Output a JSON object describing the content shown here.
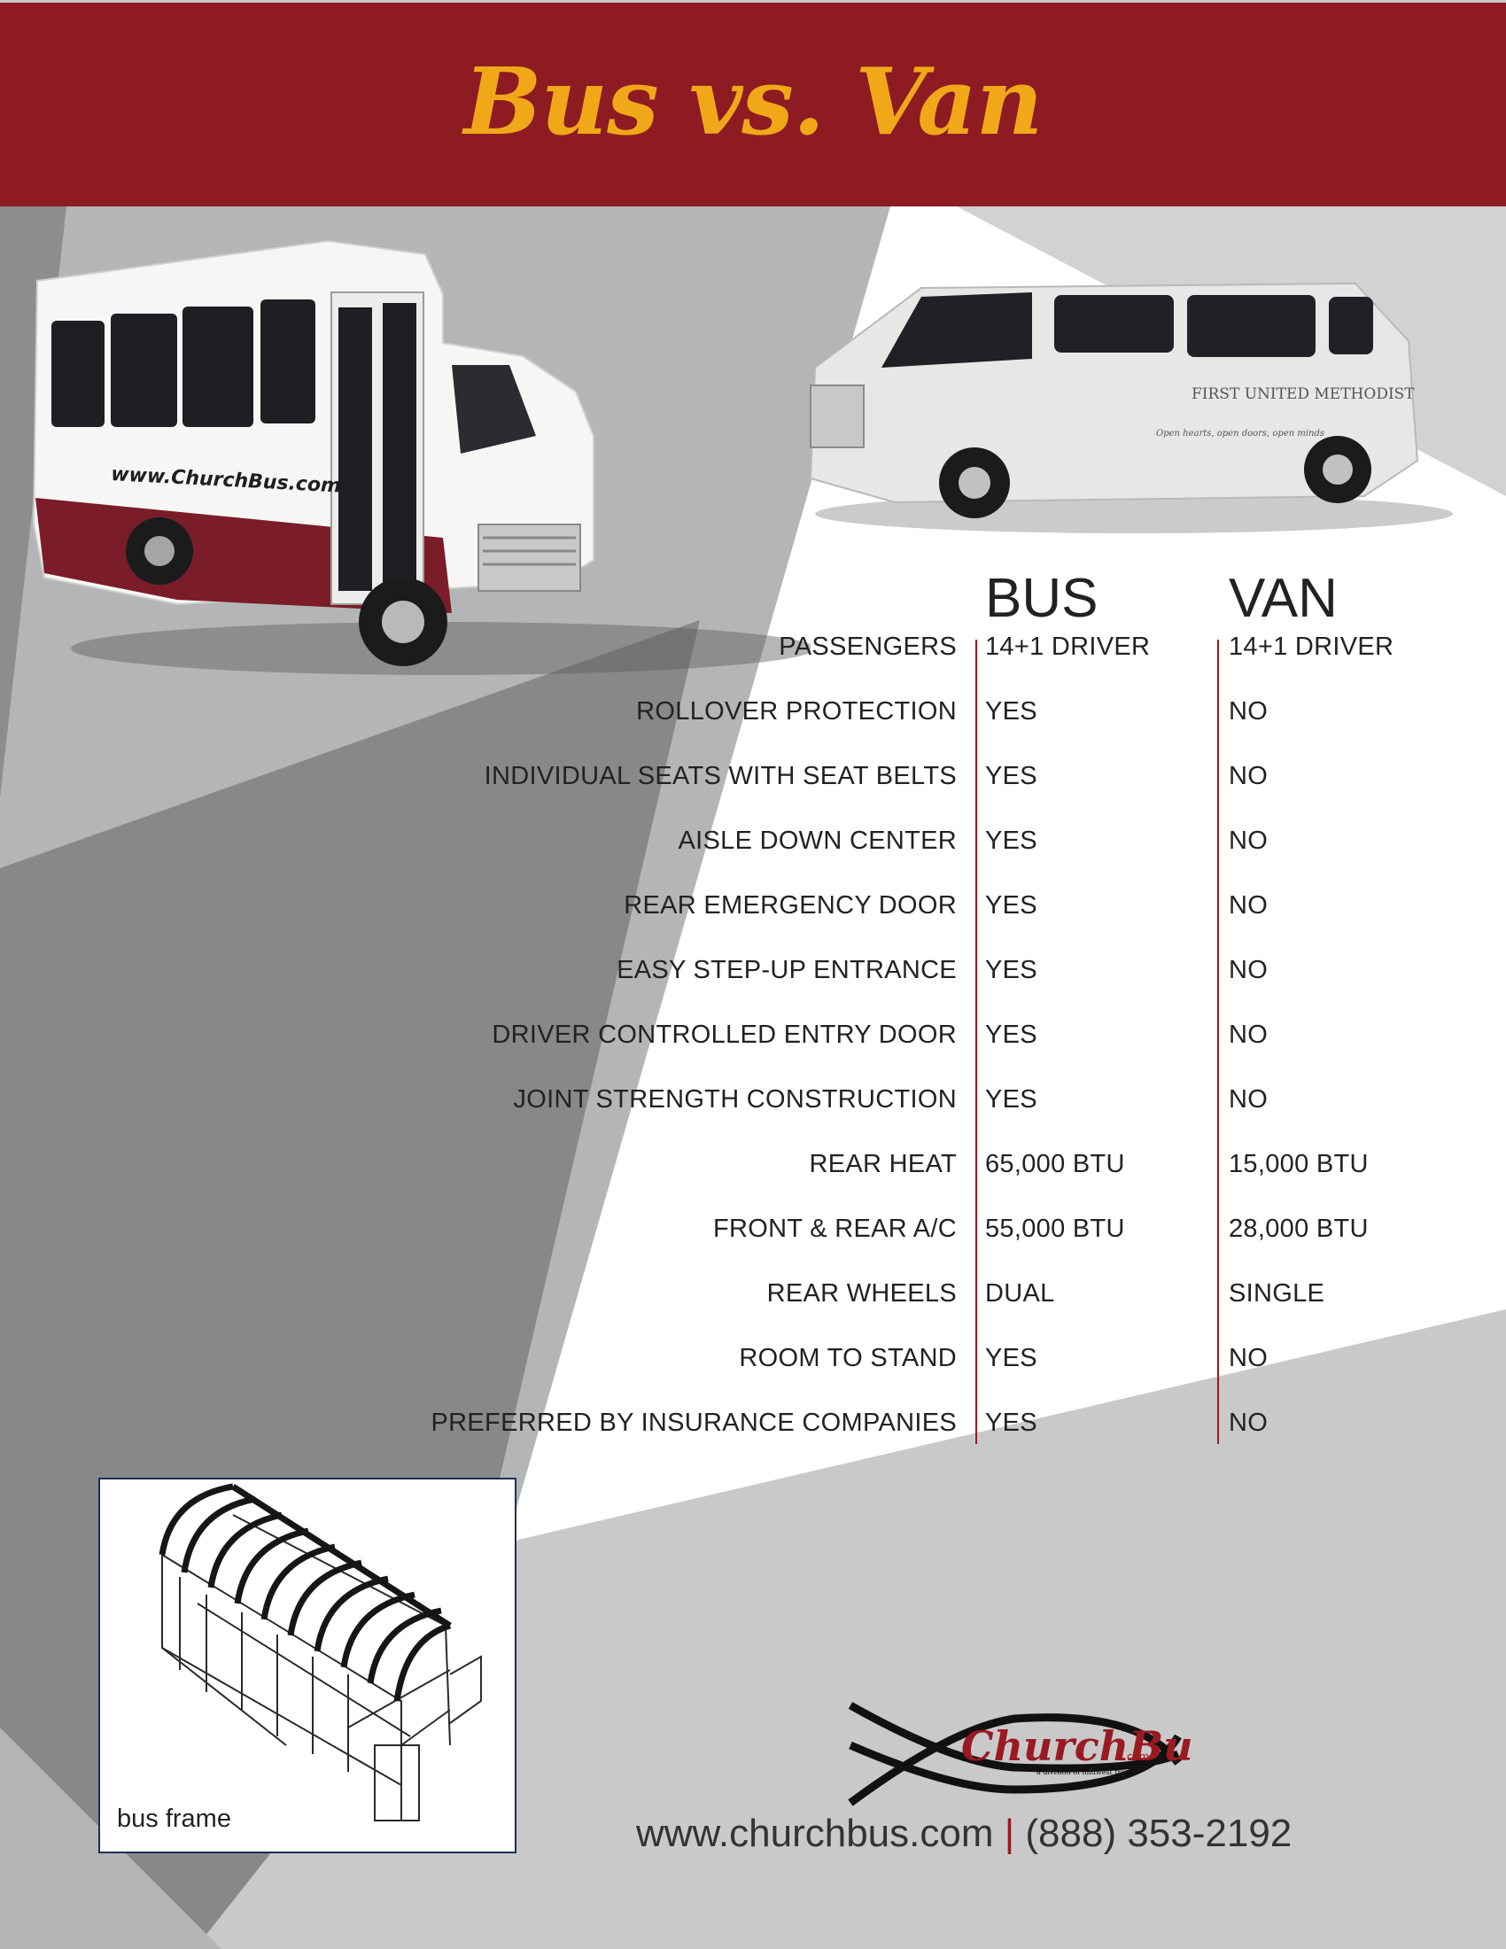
{
  "page": {
    "title": "Bus vs. Van",
    "colors": {
      "header_bg": "#8e1b22",
      "title_gold": "#f0a818",
      "divider": "#9a1a22",
      "text": "#222222"
    }
  },
  "vehicles": {
    "bus_image": {
      "label": "shuttle-bus-photo",
      "graphic_text": "www.ChurchBus.com"
    },
    "van_image": {
      "label": "passenger-van-photo",
      "graphic_text": "FIRST UNITED METHODIST",
      "graphic_subtext": "Open hearts, open doors, open minds"
    }
  },
  "comparison": {
    "columns": [
      "BUS",
      "VAN"
    ],
    "rows": [
      {
        "feature": "PASSENGERS",
        "bus": "14+1 DRIVER",
        "van": "14+1 DRIVER"
      },
      {
        "feature": "ROLLOVER PROTECTION",
        "bus": "YES",
        "van": "NO"
      },
      {
        "feature": "INDIVIDUAL SEATS WITH SEAT BELTS",
        "bus": "YES",
        "van": "NO"
      },
      {
        "feature": "AISLE DOWN CENTER",
        "bus": "YES",
        "van": "NO"
      },
      {
        "feature": "REAR EMERGENCY DOOR",
        "bus": "YES",
        "van": "NO"
      },
      {
        "feature": "EASY STEP-UP ENTRANCE",
        "bus": "YES",
        "van": "NO"
      },
      {
        "feature": "DRIVER CONTROLLED ENTRY DOOR",
        "bus": "YES",
        "van": "NO"
      },
      {
        "feature": "JOINT STRENGTH CONSTRUCTION",
        "bus": "YES",
        "van": "NO"
      },
      {
        "feature": "REAR HEAT",
        "bus": "65,000 BTU",
        "van": "15,000 BTU"
      },
      {
        "feature": "FRONT & REAR A/C",
        "bus": "55,000 BTU",
        "van": "28,000 BTU"
      },
      {
        "feature": "REAR WHEELS",
        "bus": "DUAL",
        "van": "SINGLE"
      },
      {
        "feature": "ROOM TO STAND",
        "bus": "YES",
        "van": "NO"
      },
      {
        "feature": "PREFERRED BY INSURANCE COMPANIES",
        "bus": "YES",
        "van": "NO"
      }
    ]
  },
  "frame_figure": {
    "caption": "bus frame"
  },
  "footer": {
    "logo_text": "ChurchBus",
    "logo_suffix": ".com",
    "logo_tagline": "a division of midwest transit",
    "website": "www.churchbus.com",
    "separator": "|",
    "phone": "(888) 353-2192"
  }
}
